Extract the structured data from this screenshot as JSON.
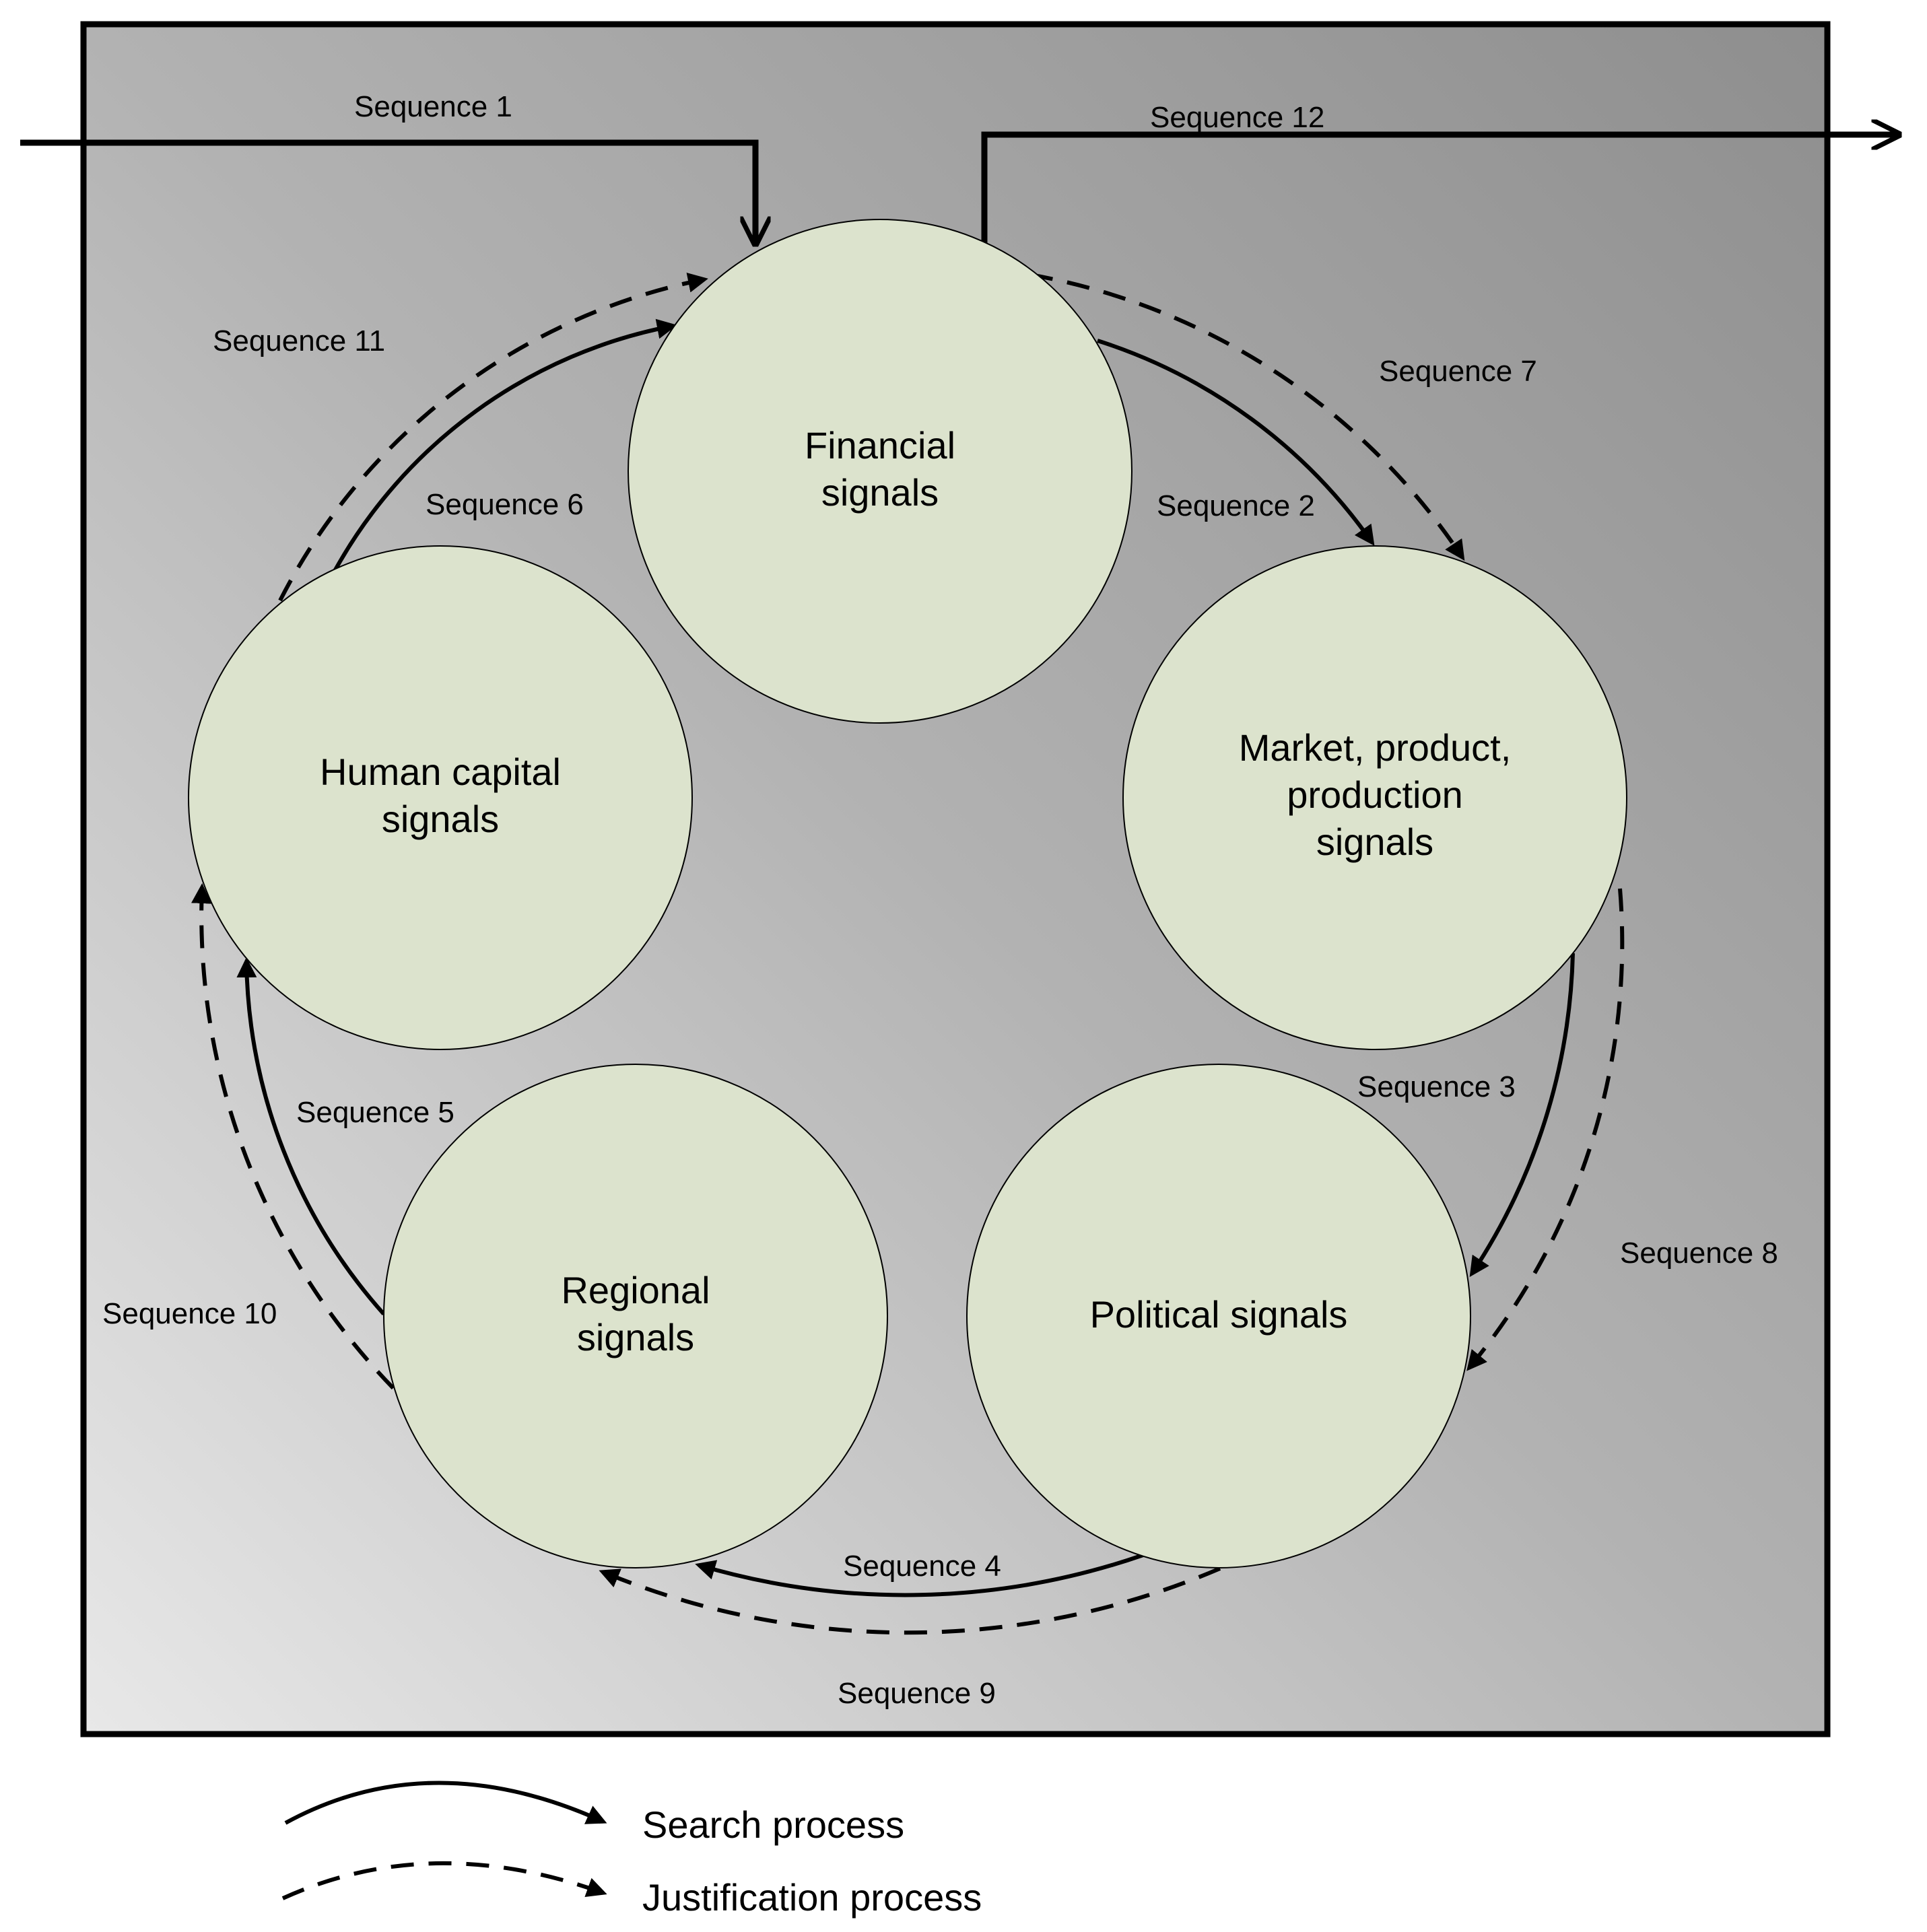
{
  "nodes": {
    "financial": [
      "Financial",
      "signals"
    ],
    "market": [
      "Market, product,",
      "production",
      "signals"
    ],
    "political": [
      "Political signals"
    ],
    "regional": [
      "Regional",
      "signals"
    ],
    "human": [
      "Human capital",
      "signals"
    ]
  },
  "sequences": {
    "s1": "Sequence 1",
    "s2": "Sequence 2",
    "s3": "Sequence 3",
    "s4": "Sequence 4",
    "s5": "Sequence 5",
    "s6": "Sequence 6",
    "s7": "Sequence 7",
    "s8": "Sequence 8",
    "s9": "Sequence 9",
    "s10": "Sequence 10",
    "s11": "Sequence 11",
    "s12": "Sequence 12"
  },
  "legend": {
    "search": "Search process",
    "justification": "Justification process"
  },
  "colors": {
    "node_fill": "#dce3cd",
    "background_gradient_light": "#e8e8e8",
    "background_gradient_dark": "#8e8e8e"
  }
}
